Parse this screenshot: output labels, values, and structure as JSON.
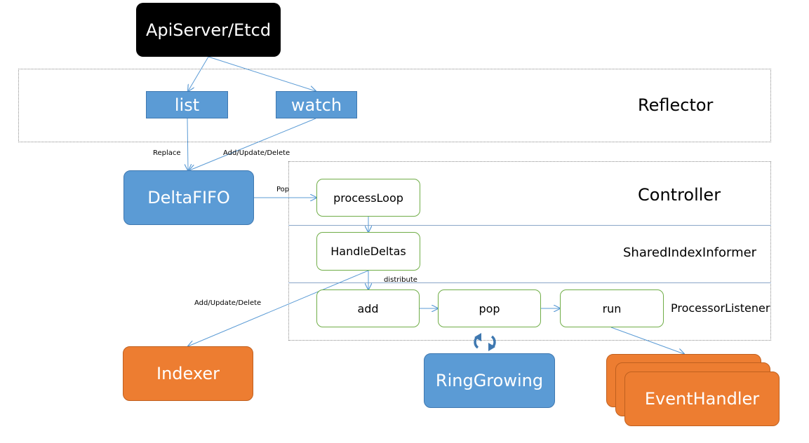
{
  "nodes": {
    "apiserver": "ApiServer/Etcd",
    "list": "list",
    "watch": "watch",
    "deltafifo": "DeltaFIFO",
    "process_loop": "processLoop",
    "handle_deltas": "HandleDeltas",
    "add": "add",
    "pop": "pop",
    "run": "run",
    "indexer": "Indexer",
    "ring_growing": "RingGrowing",
    "event_handler": "EventHandler"
  },
  "regions": {
    "reflector": "Reflector",
    "controller": "Controller",
    "shared_index_informer": "SharedIndexInformer",
    "processor_listener": "ProcessorListener"
  },
  "edge_labels": {
    "replace": "Replace",
    "add_update_delete_watch": "Add/Update/Delete",
    "pop": "Pop",
    "distribute": "distribute",
    "add_update_delete_indexer": "Add/Update/Delete"
  },
  "colors": {
    "blue": "#5b9bd5",
    "orange": "#ed7d31",
    "green_border": "#70ad47",
    "black": "#000000",
    "arrow": "#5b9bd5"
  }
}
